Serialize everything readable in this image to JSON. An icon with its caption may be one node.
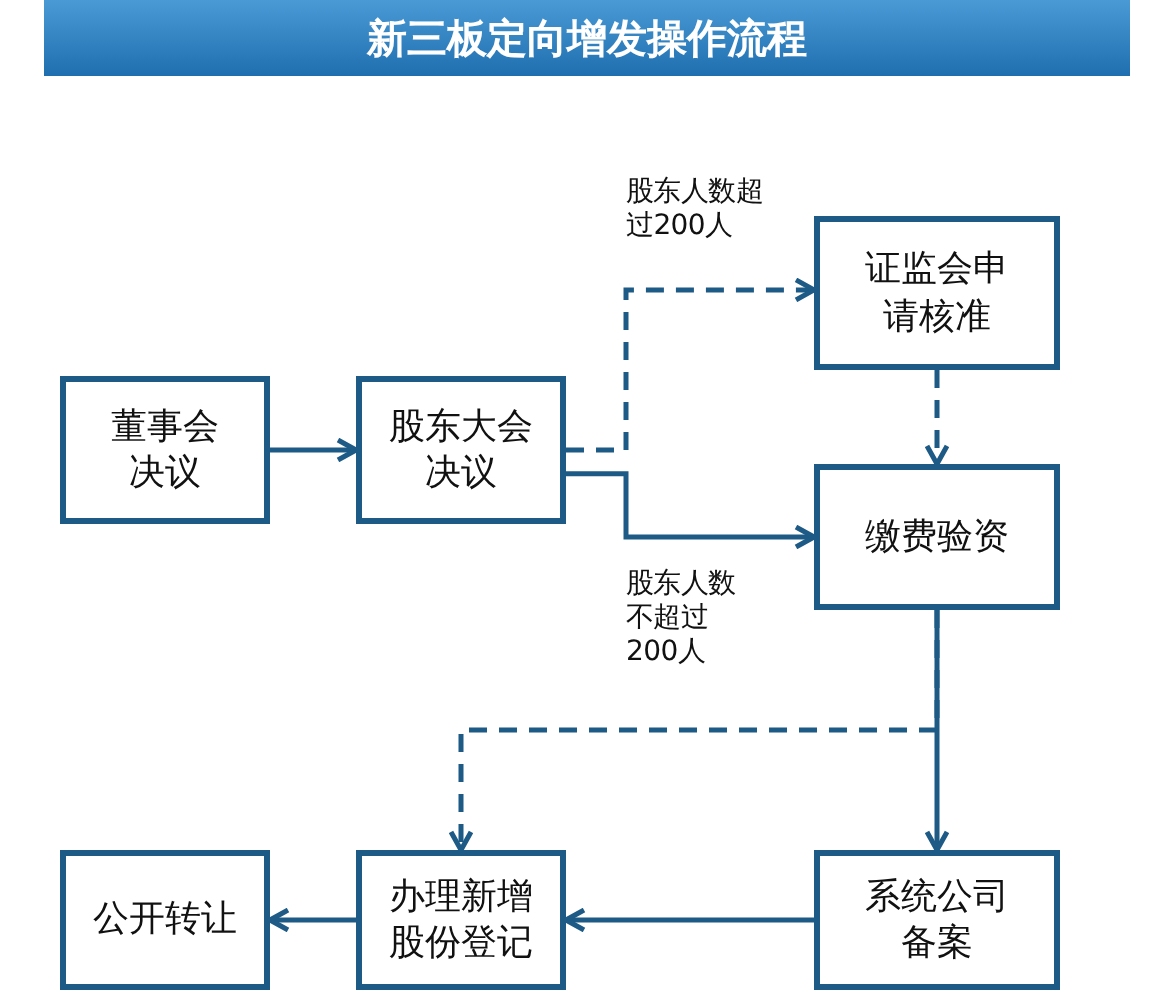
{
  "diagram": {
    "title": "新三板定向增发操作流程",
    "nodes": [
      {
        "text": [
          "董事会决议"
        ]
      },
      {
        "text": [
          "股东大会决议"
        ]
      },
      {
        "text": [
          "证监会申请核准"
        ]
      },
      {
        "text": [
          "缴费验资"
        ]
      },
      {
        "text": [
          "系统公司备案"
        ]
      },
      {
        "text": [
          "办理新增股份登记"
        ]
      },
      {
        "text": [
          "公开转让"
        ]
      }
    ],
    "edges": [
      {
        "from": 0,
        "to": 1,
        "arrow": "to"
      },
      {
        "from": 1,
        "to": 2,
        "arrow": "to",
        "label": "股东人数超过200人",
        "style": "dashed"
      },
      {
        "from": 1,
        "to": 3,
        "arrow": "to",
        "label": "股东人数不超过200人"
      },
      {
        "from": 2,
        "to": 3,
        "arrow": "to",
        "style": "dashed"
      },
      {
        "from": 3,
        "to": 4,
        "arrow": "to"
      },
      {
        "from": 3,
        "to": 5,
        "arrow": "to",
        "style": "dashed"
      },
      {
        "from": 4,
        "to": 5,
        "arrow": "to"
      },
      {
        "from": 5,
        "to": 6,
        "arrow": "to"
      }
    ]
  }
}
